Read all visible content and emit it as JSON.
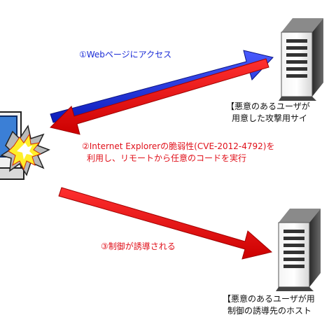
{
  "steps": {
    "access": "①Webページにアクセス",
    "exploit_line1": "②Internet Explorerの脆弱性(CVE-2012-4792)を",
    "exploit_line2": "利用し、リモートから任意のコードを実行",
    "redirect": "③制御が誘導される"
  },
  "servers": {
    "attack_site_line1": "【悪意のあるユーザが",
    "attack_site_line2": "用意した攻撃用サイ",
    "control_host_line1": "【悪意のあるユーザが用",
    "control_host_line2": "制御の誘導先のホスト"
  },
  "colors": {
    "access_arrow": "#1a2bd6",
    "exploit_arrow": "#e0101a",
    "redirect_arrow": "#e0101a",
    "access_text": "#1a2bd6",
    "exploit_text": "#e0101a"
  },
  "icons": [
    "server-icon",
    "server-icon",
    "client-computer-icon",
    "explosion-icon"
  ]
}
